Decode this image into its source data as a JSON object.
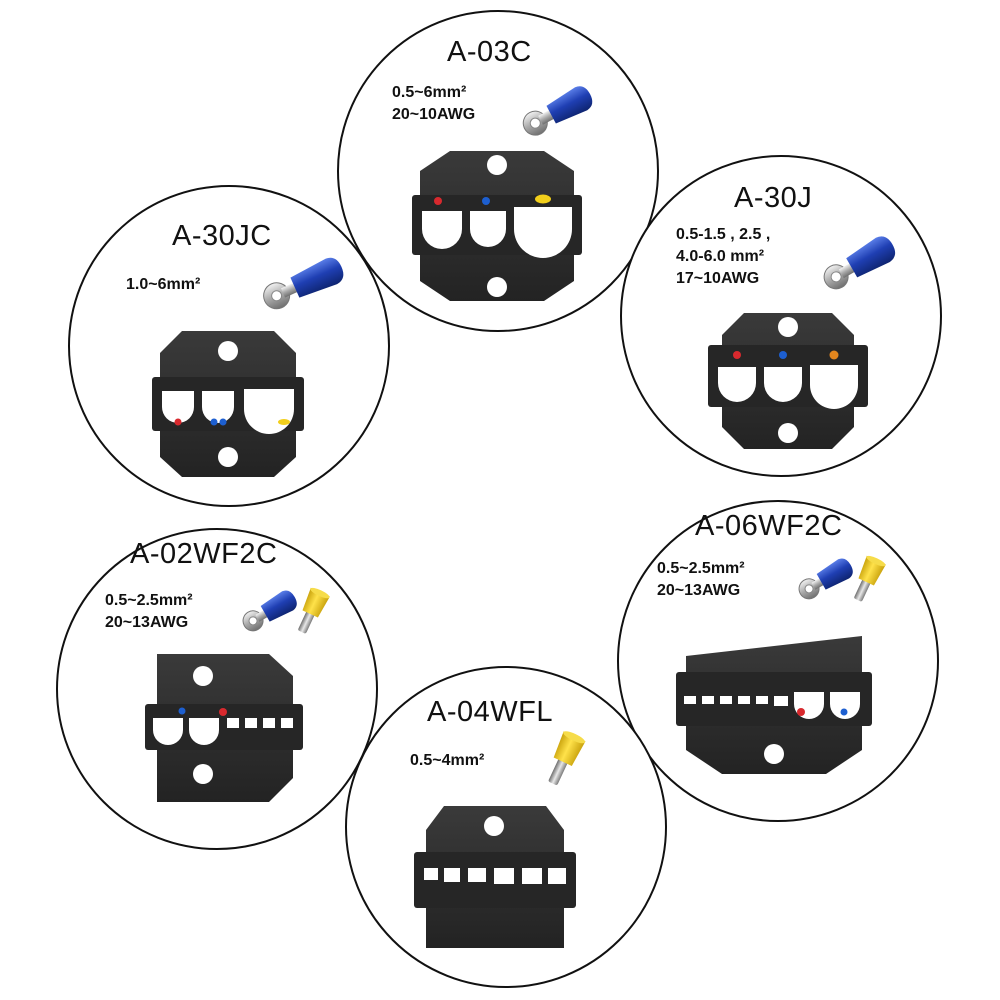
{
  "items": [
    {
      "model": "A-03C",
      "specs": [
        "0.5~6mm²",
        "20~10AWG"
      ]
    },
    {
      "model": "A-30JC",
      "specs": [
        "1.0~6mm²"
      ]
    },
    {
      "model": "A-30J",
      "specs": [
        "0.5-1.5 , 2.5 ,",
        "4.0-6.0 mm²",
        "17~10AWG"
      ]
    },
    {
      "model": "A-02WF2C",
      "specs": [
        "0.5~2.5mm²",
        "20~13AWG"
      ]
    },
    {
      "model": "A-06WF2C",
      "specs": [
        "0.5~2.5mm²",
        "20~13AWG"
      ]
    },
    {
      "model": "A-04WFL",
      "specs": [
        "0.5~4mm²"
      ]
    }
  ],
  "icons": {
    "ring_terminal": "ring-terminal-icon",
    "ferrule": "ferrule-terminal-icon",
    "die": "crimp-die-icon"
  },
  "colors": {
    "die_body": "#2e2e2e",
    "insulation_blue": "#1f3fb3",
    "ferrule_yellow": "#f2cf1b",
    "marker_red": "#d8292e",
    "marker_blue": "#1d5fd0",
    "marker_yellow": "#f2cf1b",
    "marker_orange": "#e3861e"
  }
}
